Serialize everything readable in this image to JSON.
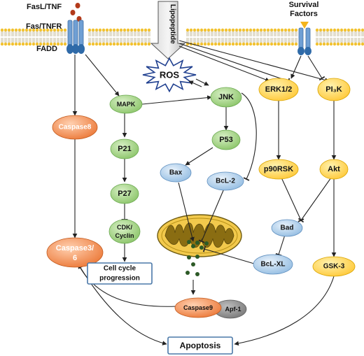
{
  "labels": {
    "fasl_tnf": "FasL/TNF",
    "fas_tnfr": "Fas/TNFR",
    "fadd": "FADD",
    "lipopeptide": "Lipopeptide",
    "survival_factors_line1": "Survival",
    "survival_factors_line2": "Factors"
  },
  "nodes": {
    "ros": "ROS",
    "mapk": "MAPK",
    "jnk": "JNK",
    "erk": "ERK1/2",
    "pi3k": "PI₃K",
    "caspase8": "Caspase8",
    "p21": "P21",
    "p53": "P53",
    "bax": "Bax",
    "bcl2": "BcL-2",
    "p90rsk": "p90RSK",
    "akt": "Akt",
    "p27": "P27",
    "cdk_line1": "CDK/",
    "cdk_line2": "Cyclin",
    "bad": "Bad",
    "caspase36_line1": "Caspase3/",
    "caspase36_line2": "6",
    "bclxl": "BcL-XL",
    "gsk3": "GSK-3",
    "cell_cycle_line1": "Cell cycle",
    "cell_cycle_line2": "progression",
    "caspase9": "Caspase9",
    "apf1": "Apf-1",
    "apoptosis": "Apoptosis"
  },
  "colors": {
    "membrane_head": "#f2c12e",
    "receptor_blue": "#5a8fc8",
    "green_node": "#9bd07c",
    "blue_node": "#a9cbe8",
    "yellow_node": "#ffd23f",
    "orange_node": "#f08a4b",
    "mito_outer": "#f2c94c",
    "mito_inner": "#8a6d12",
    "ligand": "#b33a1a"
  }
}
